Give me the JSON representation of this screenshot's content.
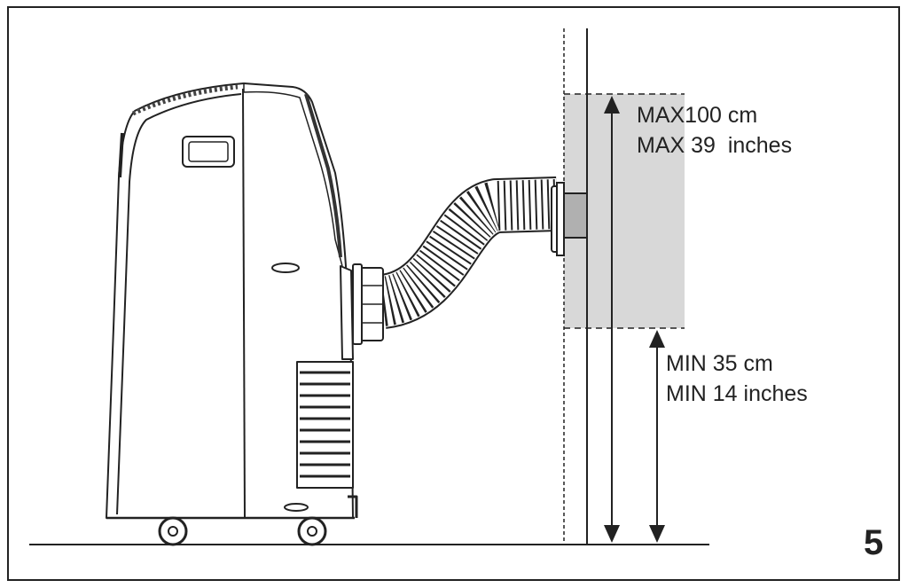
{
  "figure": {
    "number": "5"
  },
  "labels": {
    "max_cm": "MAX100 cm",
    "max_inches": "MAX 39  inches",
    "min_cm": "MIN 35 cm",
    "min_inches": "MIN 14 inches"
  },
  "colors": {
    "line": "#222222",
    "window_zone": "#d8d8d8",
    "duct_flange": "#b0b0b0"
  }
}
